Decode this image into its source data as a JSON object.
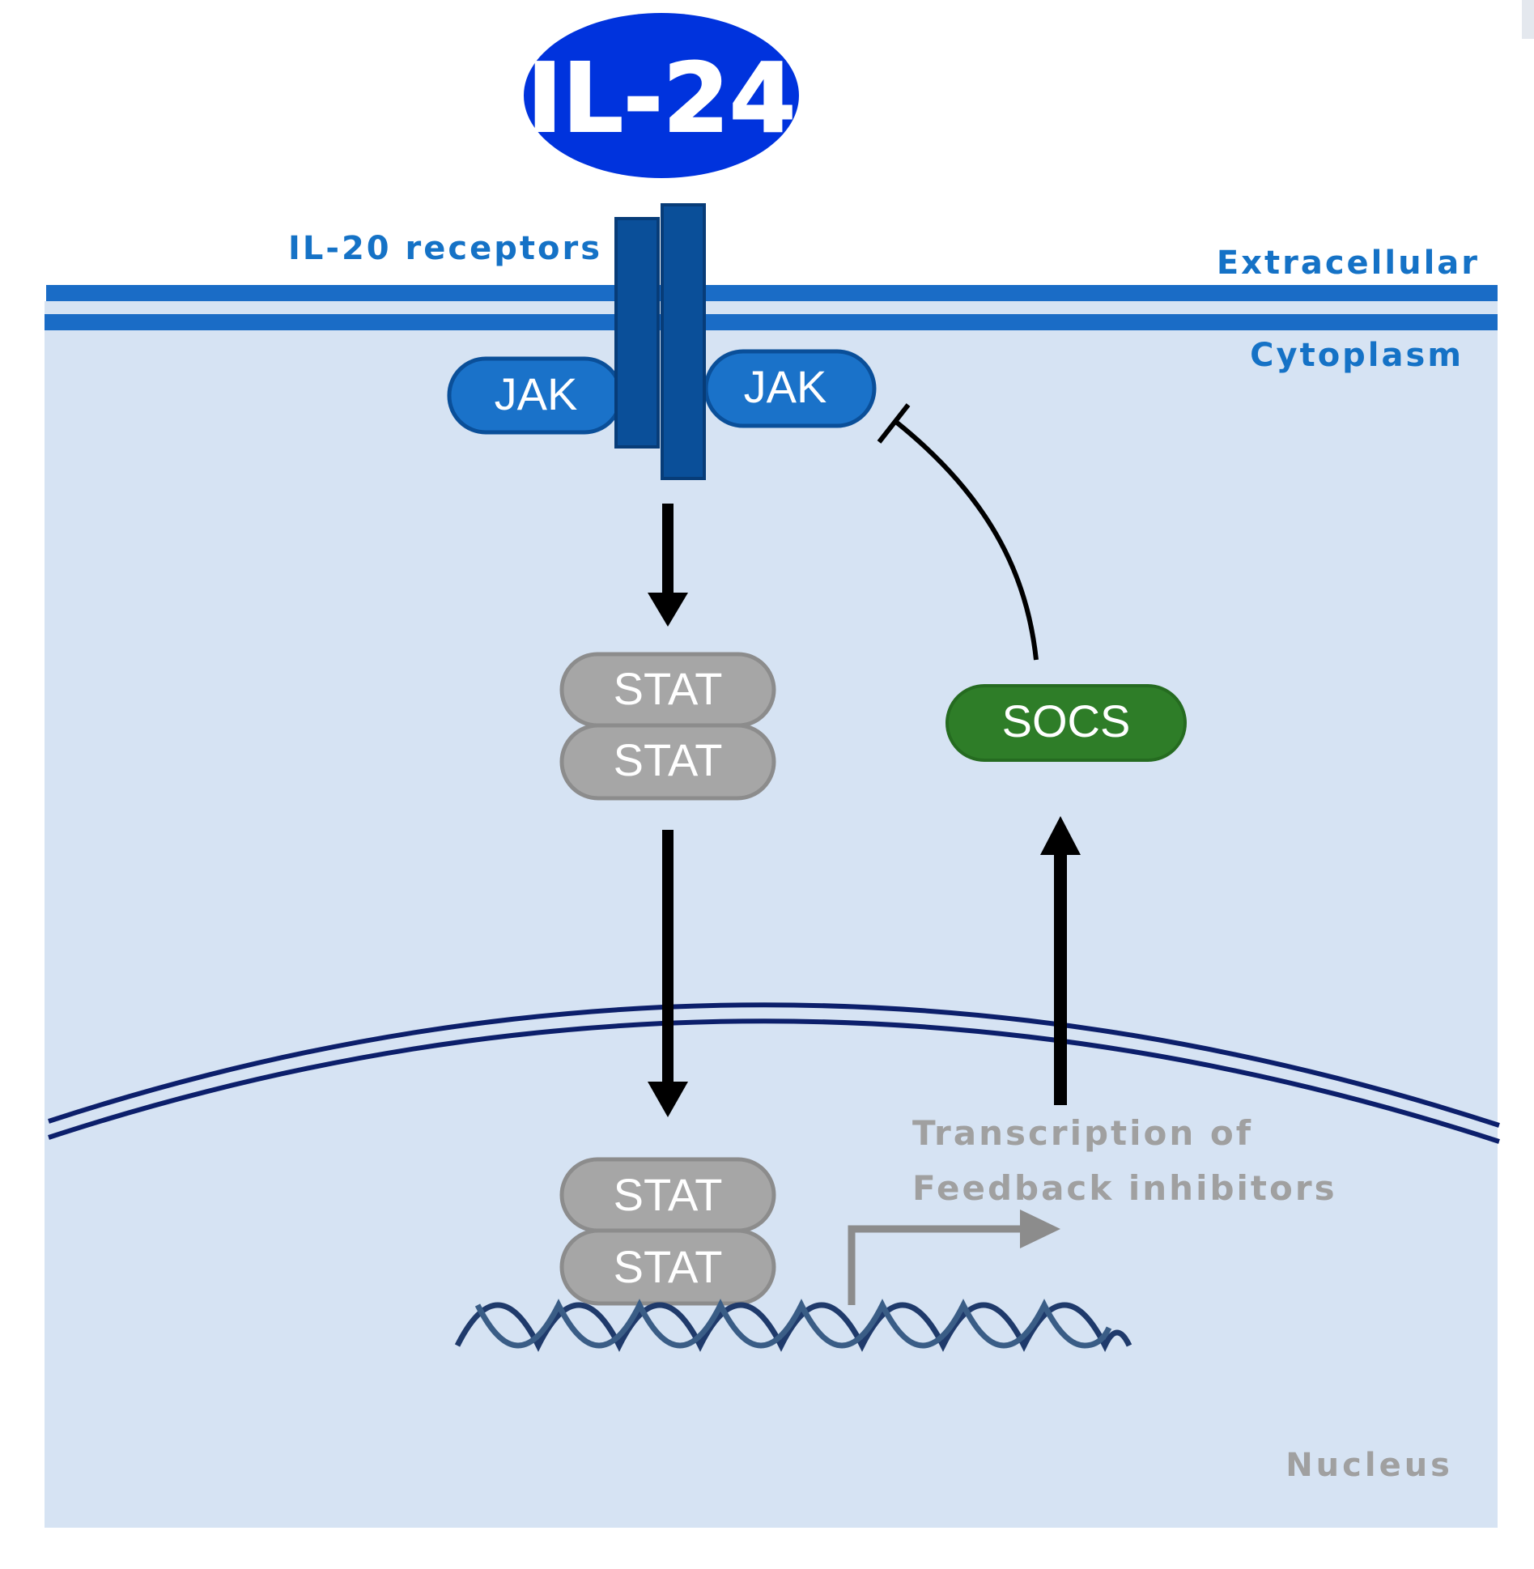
{
  "ligand": {
    "label": "IL-24"
  },
  "receptor": {
    "label": "IL-20 receptors"
  },
  "compartments": {
    "extracellular": "Extracellular",
    "cytoplasm": "Cytoplasm",
    "nucleus": "Nucleus"
  },
  "jak": {
    "left": "JAK",
    "right": "JAK"
  },
  "stat_cytoplasm": {
    "top": "STAT",
    "bottom": "STAT"
  },
  "stat_nucleus": {
    "top": "STAT",
    "bottom": "STAT"
  },
  "socs": {
    "label": "SOCS"
  },
  "transcription": {
    "line1": "Transcription of",
    "line2": "Feedback inhibitors"
  },
  "colors": {
    "cell_fill": "#d6e3f3",
    "membrane": "#1a6cc6",
    "ligand": "#0033dd",
    "receptor": "#0a4f99",
    "jak": "#1a72c9",
    "stat": "#a6a6a6",
    "socs": "#2e7d28",
    "nuclear_envelope": "#0c1f6b",
    "dna": "#1f3a6b",
    "gray_text": "#a0a0a0",
    "blue_text": "#1572c6"
  }
}
